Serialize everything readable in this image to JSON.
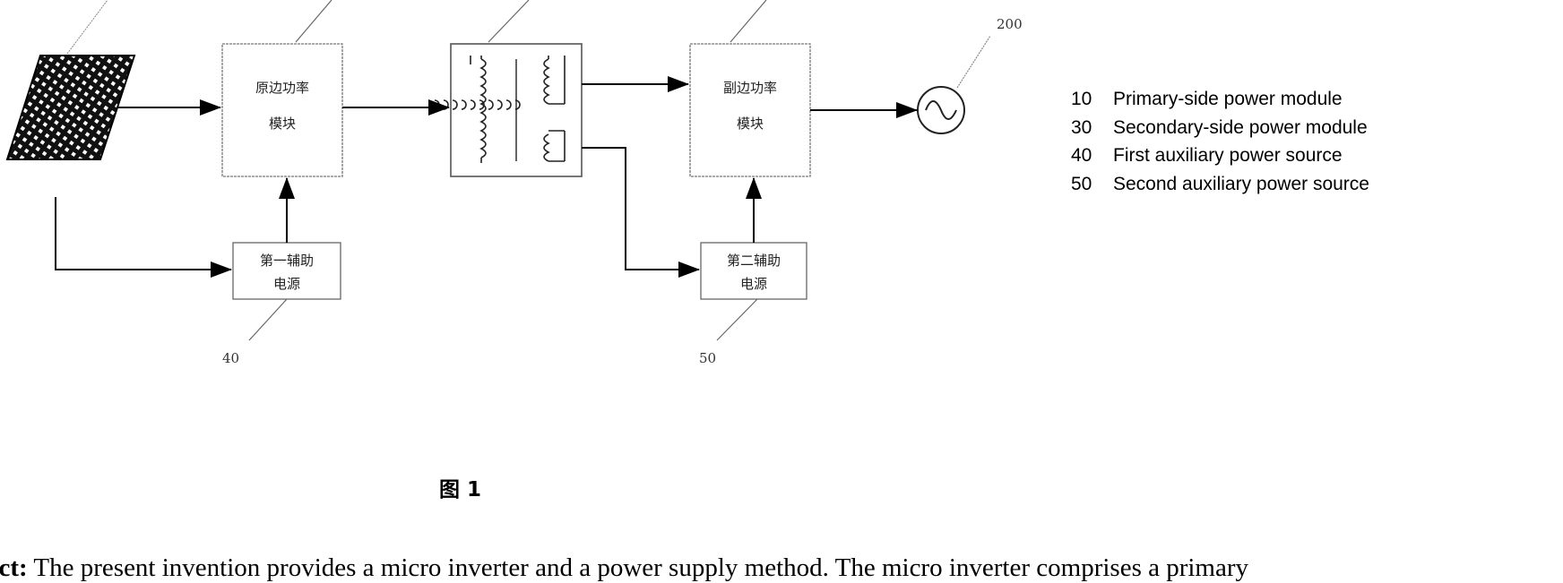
{
  "blocks": {
    "primary_module": {
      "line1": "原边功率",
      "line2": "模块"
    },
    "secondary_module": {
      "line1": "副边功率",
      "line2": "模块"
    },
    "aux1": {
      "line1": "第一辅助",
      "line2": "电源"
    },
    "aux2": {
      "line1": "第二辅助",
      "line2": "电源"
    }
  },
  "refs": {
    "grid": "200",
    "aux1": "40",
    "aux2": "50"
  },
  "legend": [
    {
      "num": "10",
      "text": "Primary-side power module"
    },
    {
      "num": "30",
      "text": "Secondary-side power module"
    },
    {
      "num": "40",
      "text": "First auxiliary power source"
    },
    {
      "num": "50",
      "text": "Second auxiliary power source"
    }
  ],
  "figure_caption": "图 1",
  "abstract": {
    "label": "act:",
    "text": " The present invention provides a micro inverter and a power supply method. The micro inverter comprises a primary"
  }
}
